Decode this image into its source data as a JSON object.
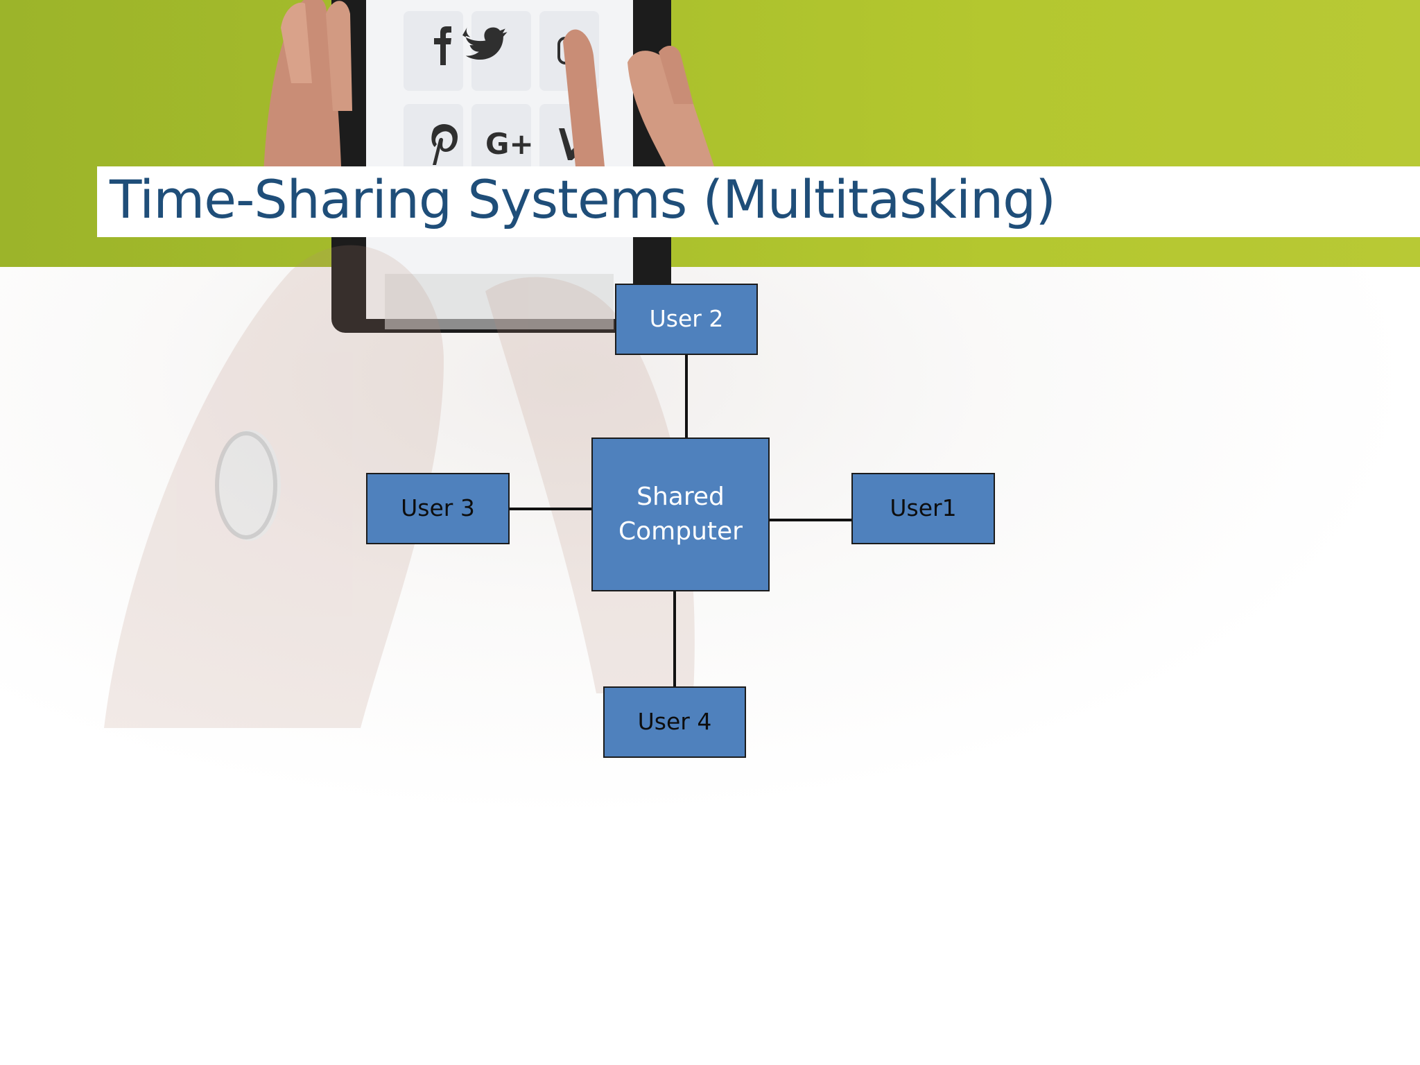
{
  "slide": {
    "title": "Time-Sharing Systems (Multitasking)",
    "colors": {
      "header_band": "#a9bf2c",
      "title_text": "#1f4e79",
      "node_fill": "#4f81bd",
      "node_border": "#1b1b1b",
      "connector": "#111111"
    },
    "background_image": {
      "description": "hands-holding-tablet-photo",
      "tablet_icons": [
        "facebook-icon",
        "twitter-icon",
        "instagram-icon",
        "pinterest-icon",
        "google-plus-icon",
        "vine-icon"
      ]
    }
  },
  "diagram": {
    "center": {
      "label": "Shared\nComputer"
    },
    "users": {
      "top": {
        "label": "User 2"
      },
      "left": {
        "label": "User 3"
      },
      "right": {
        "label": "User1"
      },
      "bottom": {
        "label": "User 4"
      }
    },
    "edges": [
      {
        "from": "Shared Computer",
        "to": "User 2"
      },
      {
        "from": "Shared Computer",
        "to": "User 3"
      },
      {
        "from": "Shared Computer",
        "to": "User1"
      },
      {
        "from": "Shared Computer",
        "to": "User 4"
      }
    ]
  }
}
